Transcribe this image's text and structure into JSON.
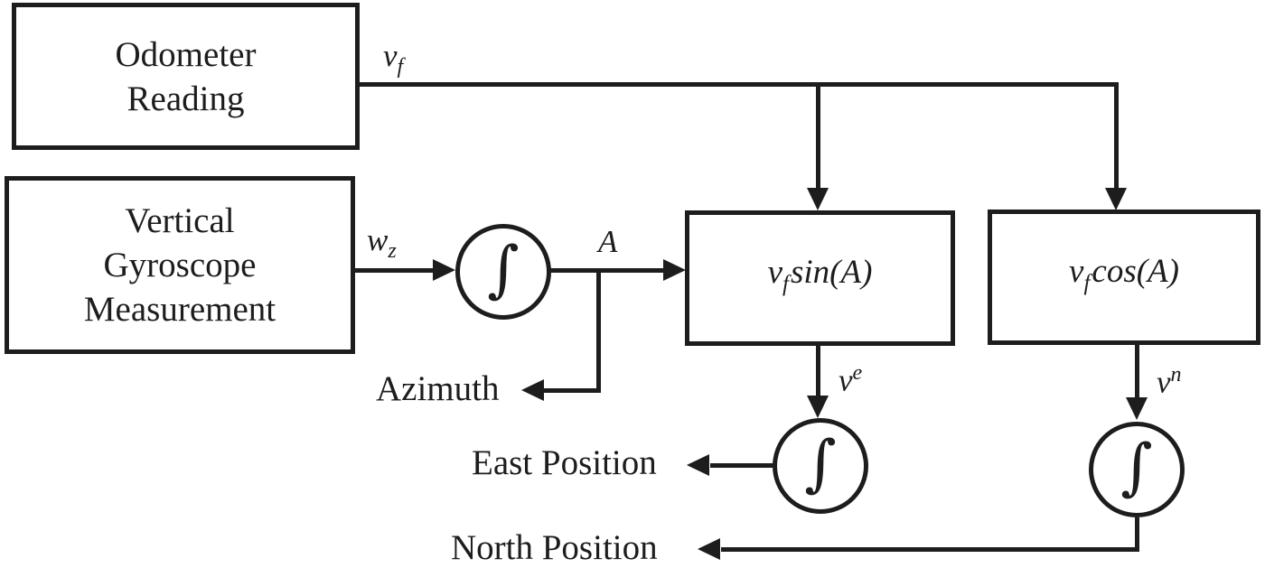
{
  "boxes": {
    "odometer": {
      "lines": [
        "Odometer",
        "Reading"
      ]
    },
    "gyro": {
      "lines": [
        "Vertical",
        "Gyroscope",
        "Measurement"
      ]
    },
    "sin": {
      "var_base": "v",
      "var_sub": "f",
      "func": "sin(A)"
    },
    "cos": {
      "var_base": "v",
      "var_sub": "f",
      "func": "cos(A)"
    }
  },
  "integrators": {
    "azimuth": {
      "symbol": "∫"
    },
    "east": {
      "symbol": "∫"
    },
    "north": {
      "symbol": "∫"
    }
  },
  "signals": {
    "vf": {
      "base": "v",
      "sub": "f"
    },
    "wz": {
      "base": "w",
      "sub": "z"
    },
    "azimuth_angle": {
      "base": "A"
    },
    "ve": {
      "base": "v",
      "sup": "e"
    },
    "vn": {
      "base": "v",
      "sup": "n"
    }
  },
  "outputs": {
    "azimuth": "Azimuth",
    "east": "East Position",
    "north": "North Position"
  },
  "colors": {
    "ink": "#1d1d1d",
    "background": "#ffffff"
  }
}
